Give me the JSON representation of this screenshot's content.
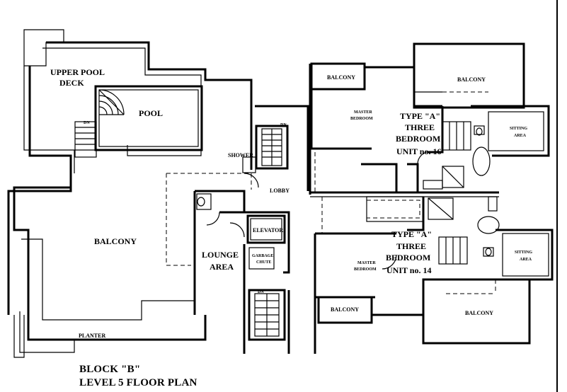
{
  "title": {
    "line1": "BLOCK \"B\"",
    "line2": "LEVEL 5 FLOOR PLAN"
  },
  "rooms": {
    "upper_pool_deck_1": "UPPER POOL",
    "upper_pool_deck_2": "DECK",
    "pool": "POOL",
    "balcony_main": "BALCONY",
    "planter": "PLANTER",
    "shower": "SHOWER",
    "lobby": "LOBBY",
    "elevator": "ELEVATOR",
    "garbage_chute_1": "GARBAGE",
    "garbage_chute_2": "CHUTE",
    "lounge_1": "LOUNGE",
    "lounge_2": "AREA",
    "balcony_top_left": "BALCONY",
    "balcony_top_right": "BALCONY",
    "master_bedroom_top_1": "MASTER",
    "master_bedroom_top_2": "BEDROOM",
    "sitting_area_top_1": "SITTING",
    "sitting_area_top_2": "AREA",
    "balcony_bottom_left": "BALCONY",
    "balcony_bottom_right": "BALCONY",
    "master_bedroom_bottom_1": "MASTER",
    "master_bedroom_bottom_2": "BEDROOM",
    "sitting_area_bottom_1": "SITTING",
    "sitting_area_bottom_2": "AREA",
    "stair_dn_1": "DN",
    "stair_dn_2": "DN",
    "stair_dn_3": "DN"
  },
  "units": {
    "top": {
      "type": "TYPE \"A\"",
      "line2": "THREE",
      "line3": "BEDROOM",
      "line4": "UNIT no. 16"
    },
    "bottom": {
      "type": "TYPE \"A\"",
      "line2": "THREE",
      "line3": "BEDROOM",
      "line4": "UNIT no. 14"
    }
  }
}
